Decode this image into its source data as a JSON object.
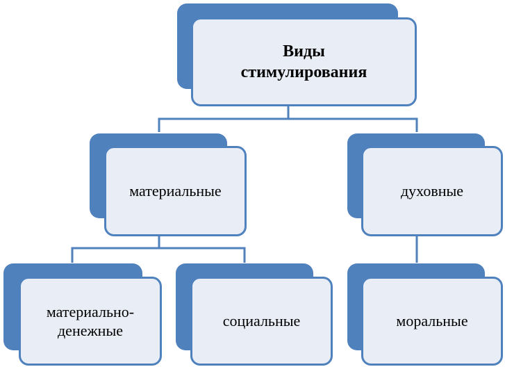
{
  "diagram": {
    "root": {
      "label": "Виды\nстимулирования"
    },
    "left": {
      "label": "материальные",
      "children": [
        {
          "label": "материально-\nденежные"
        },
        {
          "label": "социальные"
        }
      ]
    },
    "right": {
      "label": "духовные",
      "children": [
        {
          "label": "моральные"
        }
      ]
    },
    "colors": {
      "dark": "#4f81bd",
      "light": "#e9eef6",
      "line": "#4f81bd"
    }
  }
}
